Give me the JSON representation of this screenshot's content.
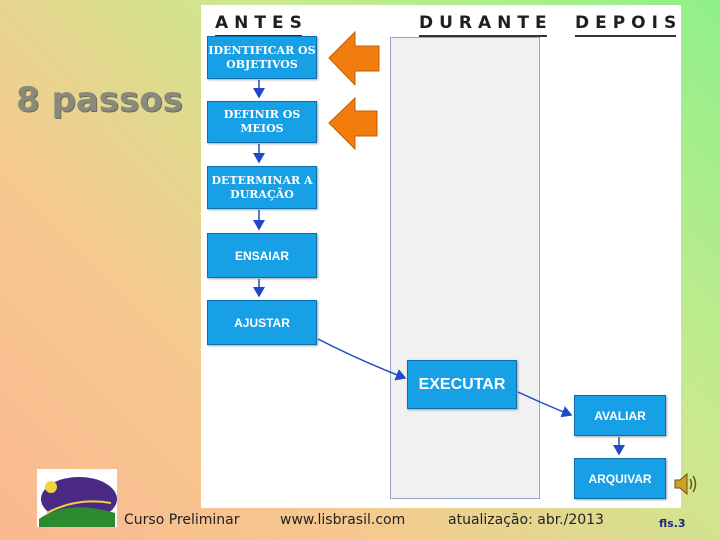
{
  "page_title": "8 passos",
  "columns": {
    "before": "ANTES",
    "during": "DURANTE",
    "after": "DEPOIS"
  },
  "steps": {
    "identify_line1": "IDENTIFICAR OS",
    "identify_line2": "OBJETIVOS",
    "means_line1": "DEFINIR OS",
    "means_line2": "MEIOS",
    "duration_line1": "DETERMINAR A",
    "duration_line2": "DURAÇÃO",
    "rehearse": "ENSAIAR",
    "adjust": "AJUSTAR",
    "execute": "EXECUTAR",
    "evaluate": "AVALIAR",
    "archive": "ARQUIVAR"
  },
  "footer": {
    "course": "Curso Preliminar",
    "website": "www.lisbrasil.com",
    "updated": "atualização: abr./2013",
    "page": "fls.3"
  },
  "colors": {
    "step_fill": "#17a0e6",
    "pointer_arrow": "#f07d0e",
    "flow_arrow": "#1f49c8"
  },
  "icons": {
    "pointer": "orange-left-arrow-icon",
    "audio": "speaker-icon"
  }
}
